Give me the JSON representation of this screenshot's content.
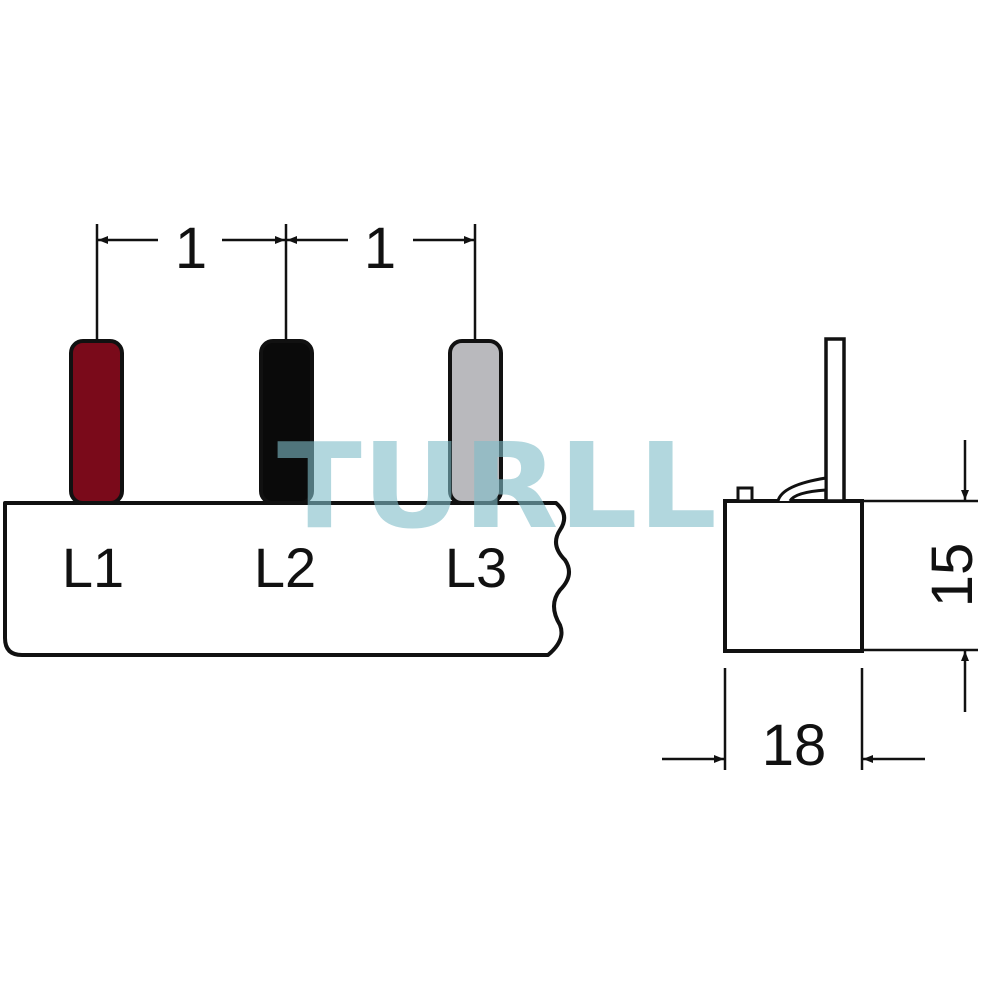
{
  "diagram": {
    "pins": [
      {
        "label": "L1",
        "color": "#7a0a1a"
      },
      {
        "label": "L2",
        "color": "#0a0a0a"
      },
      {
        "label": "L3",
        "color": "#b9b9bd"
      }
    ],
    "pitch_labels": [
      "1",
      "1"
    ],
    "side_view": {
      "height_label": "15",
      "width_label": "18"
    },
    "watermark": {
      "text": "TURLL",
      "color": "#7fbcc8"
    },
    "line_color": "#111111"
  }
}
